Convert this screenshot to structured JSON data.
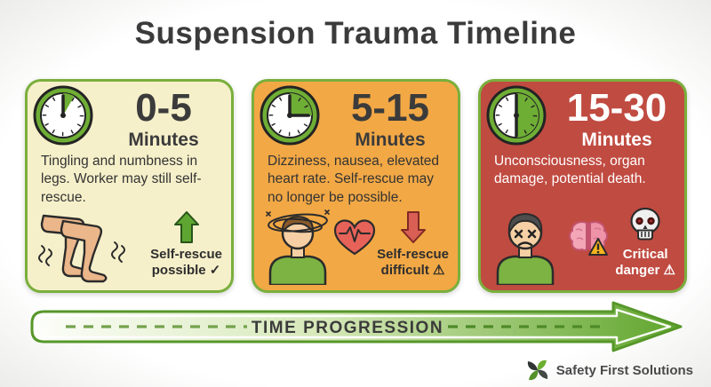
{
  "title": "Suspension Trauma Timeline",
  "cards": [
    {
      "range": "0-5",
      "unit": "Minutes",
      "description": "Tingling and numbness in legs. Worker may still self-rescue.",
      "status_line1": "Self-rescue",
      "status_line2": "possible ✓",
      "bg": "#f6f0ca",
      "text_color": "#333333",
      "icons": [
        "clock-wedge-small-icon",
        "tingling-legs-icon",
        "up-arrow-icon",
        "check-icon"
      ]
    },
    {
      "range": "5-15",
      "unit": "Minutes",
      "description": "Dizziness, nausea, elevated heart rate. Self-rescue may no longer be possible.",
      "status_line1": "Self-rescue",
      "status_line2": "difficult ⚠",
      "bg": "#f2a845",
      "text_color": "#333333",
      "icons": [
        "clock-quarter-icon",
        "dizzy-person-icon",
        "heart-rate-icon",
        "down-arrow-icon",
        "warning-icon"
      ]
    },
    {
      "range": "15-30",
      "unit": "Minutes",
      "description": "Unconsciousness, organ damage, potential death.",
      "status_line1": "Critical",
      "status_line2": "danger ⚠",
      "bg": "#c04b41",
      "text_color": "#ffffff",
      "icons": [
        "clock-half-icon",
        "unconscious-person-icon",
        "brain-damage-icon",
        "skull-icon",
        "warning-icon"
      ]
    }
  ],
  "timeline": {
    "label": "TIME PROGRESSION"
  },
  "footer": {
    "brand": "Safety First Solutions"
  },
  "colors": {
    "card1_bg": "#f6f0ca",
    "card2_bg": "#f2a845",
    "card3_bg": "#c04b41",
    "card_border_green": "#7aaf3c",
    "clock_green": "#6fae35",
    "arrow_up_green": "#5ea531",
    "arrow_down_red": "#d95f55",
    "heart_red": "#e76258",
    "timeline_green": "#5fa52c",
    "title_text": "#3b3b3b",
    "background": "#ffffff"
  }
}
